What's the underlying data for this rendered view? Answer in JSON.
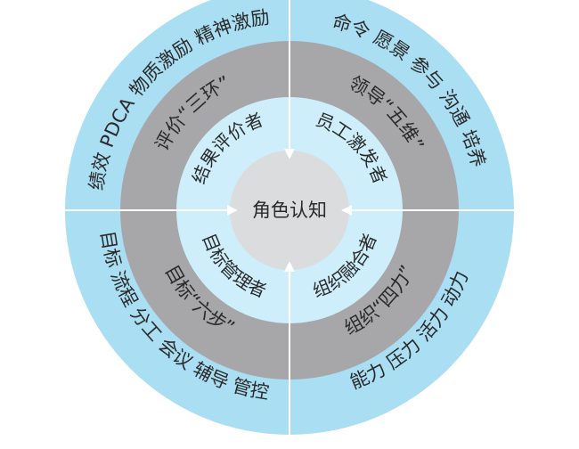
{
  "center": "角色认知",
  "inner": {
    "top_left": "结果评价者",
    "top_right": "员工激发者",
    "bottom_left": "目标管理者",
    "bottom_right": "组织融合者"
  },
  "middle": {
    "top_left": "评价“三环”",
    "top_right": "领导“五维”",
    "bottom_left": "目标“六步”",
    "bottom_right": "组织“四力”"
  },
  "outer": {
    "top_left": "绩效 PDCA 物质激励 精神激励",
    "top_right": "命令 愿景 参与 沟通 培养",
    "bottom_left": "目标 流程 分工 会议 辅导 管控",
    "bottom_right": "能力 压力 活力 动力"
  },
  "colors": {
    "outer_ring": "#a9def3",
    "middle_ring": "#a7a7a9",
    "inner_ring": "#cdeefa",
    "center_disc": "#dbdcdd",
    "divider": "#ffffff",
    "text": "#2a2a2a"
  }
}
